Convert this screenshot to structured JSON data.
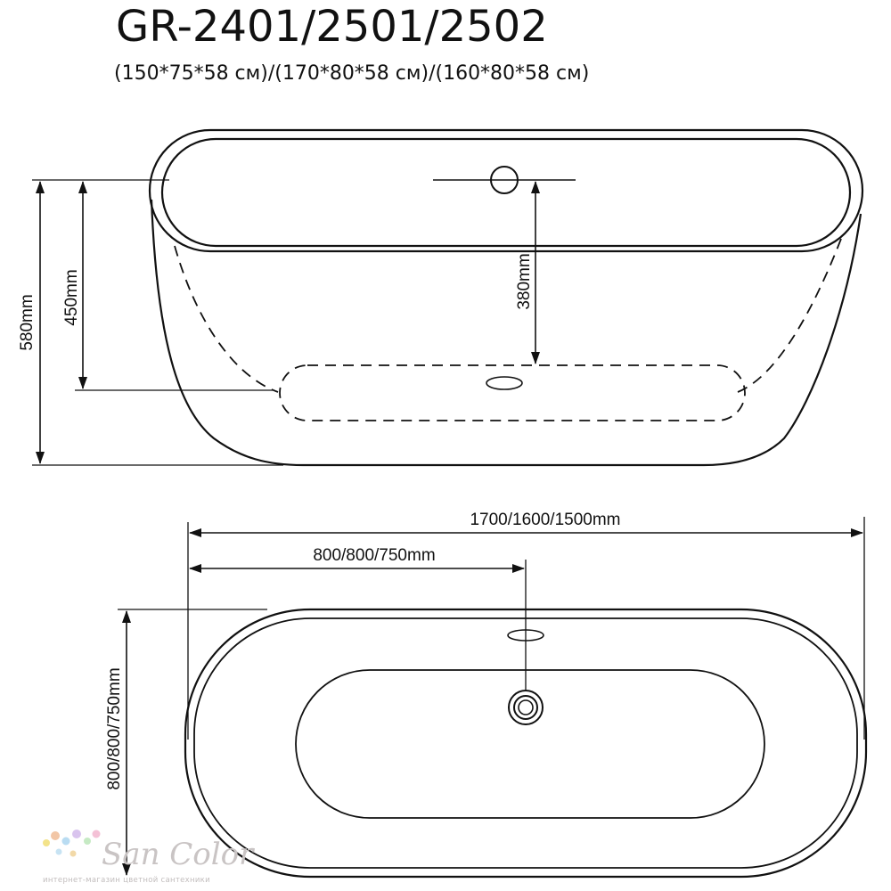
{
  "title": "GR-2401/2501/2502",
  "subtitle": "(150*75*58 см)/(170*80*58 см)/(160*80*58 см)",
  "side_view": {
    "total_height": "580mm",
    "inner_depth": "450mm",
    "water_level": "380mm"
  },
  "top_view": {
    "length": "1700/1600/1500mm",
    "drain_position": "800/800/750mm",
    "width": "800/800/750mm"
  },
  "watermark": {
    "brand": "San Color",
    "tagline": "интернет-магазин цветной сантехники"
  }
}
